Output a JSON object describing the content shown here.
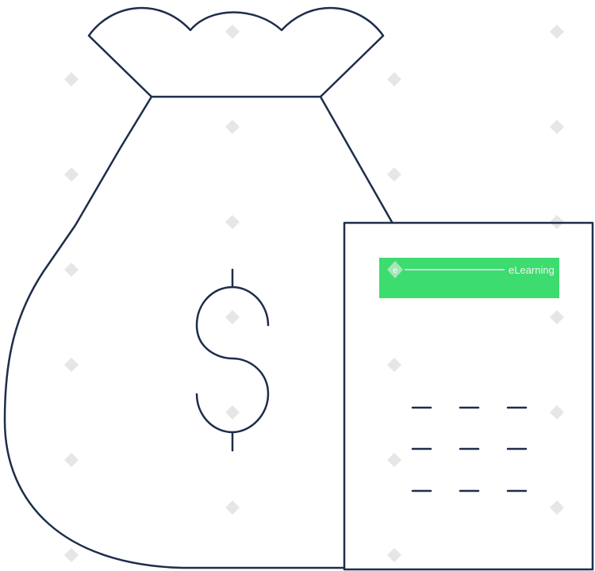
{
  "illustration": {
    "subject": "money-bag-with-calculator",
    "icons": {
      "bag": "money-bag-icon",
      "currency": "dollar-sign-icon",
      "calculator": "calculator-icon"
    },
    "colors": {
      "outline": "#1e2d4a",
      "background": "#ffffff",
      "display": "#3ddc6f",
      "watermark": "#e6e6e6"
    },
    "currency_symbol": "$",
    "calculator": {
      "key_rows": 3,
      "key_columns": 3
    }
  },
  "watermark": {
    "text": "eLearning",
    "badge_letter": "e"
  }
}
